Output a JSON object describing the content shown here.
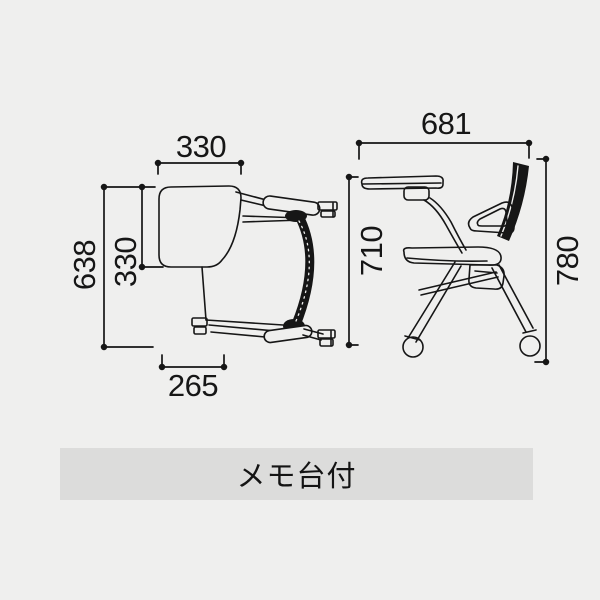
{
  "caption": {
    "label": "メモ台付"
  },
  "top_view": {
    "dims": {
      "table_width_mm": "330",
      "overall_depth_mm": "638",
      "table_depth_mm": "330",
      "front_width_mm": "265"
    }
  },
  "side_view": {
    "dims": {
      "overall_depth_mm": "681",
      "table_height_mm": "710",
      "overall_height_mm": "780"
    }
  },
  "colors": {
    "page_bg": "#efefee",
    "caption_bar_bg": "#dcdcdb",
    "line": "#161616",
    "text": "#161616"
  }
}
